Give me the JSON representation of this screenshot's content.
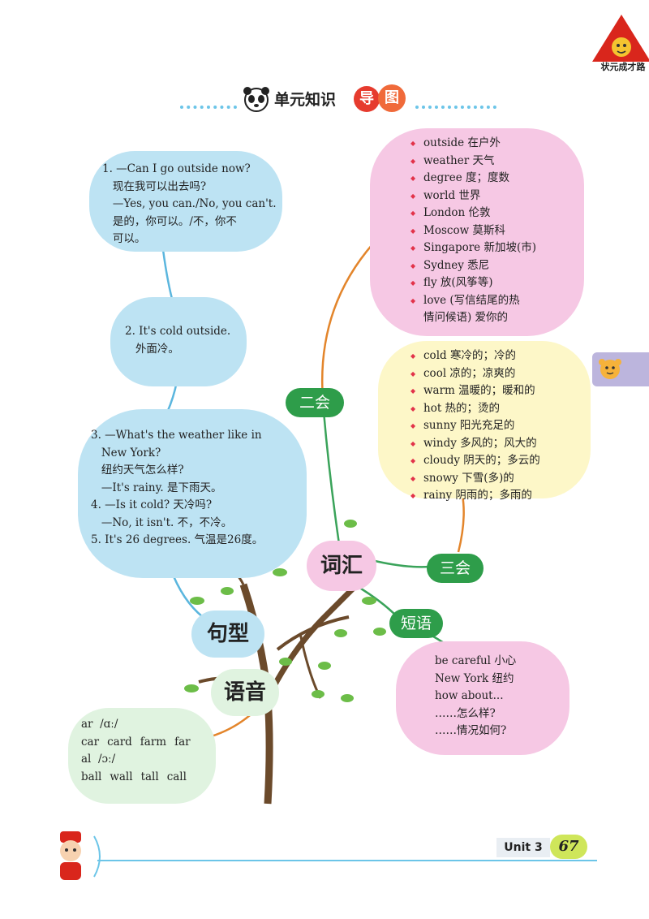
{
  "header": {
    "brand": "状元成才路",
    "title_text": "单元知识",
    "title_c1": "导",
    "title_c2": "图"
  },
  "sentence_patterns": {
    "bubble1": "1. —Can I go outside now?\n   现在我可以出去吗?\n   —Yes, you can./No, you can't.\n   是的，你可以。/不，你不\n   可以。",
    "bubble2": "2. It's cold outside.\n   外面冷。",
    "bubble3": "3. —What's the weather like in\n   New York?\n   纽约天气怎么样?\n   —It's rainy. 是下雨天。\n4. —Is it cold? 天冷吗?\n   —No, it isn't. 不，不冷。\n5. It's 26 degrees. 气温是26度。"
  },
  "vocab_ershi": [
    "outside 在户外",
    "weather 天气",
    "degree 度；度数",
    "world 世界",
    "London 伦敦",
    "Moscow 莫斯科",
    "Singapore 新加坡(市)",
    "Sydney 悉尼",
    "fly 放(风筝等)",
    "love (写信结尾的热\n情问候语) 爱你的"
  ],
  "vocab_sanhui": [
    "cold 寒冷的；冷的",
    "cool 凉的；凉爽的",
    "warm 温暖的；暖和的",
    "hot 热的；烫的",
    "sunny 阳光充足的",
    "windy 多风的；风大的",
    "cloudy 阴天的；多云的",
    "snowy 下雪(多)的",
    "rainy 阴雨的；多雨的"
  ],
  "phrases": "be careful 小心\nNew York 纽约\nhow about...\n……怎么样?\n……情况如何?",
  "phonics": {
    "line1": "ar  /ɑː/",
    "words1": [
      "car",
      "card",
      "farm",
      "far"
    ],
    "line2": "al  /ɔː/",
    "words2": [
      "ball",
      "wall",
      "tall",
      "call"
    ]
  },
  "labels": {
    "ershi": "二会",
    "sanhui": "三会",
    "duanyu": "短语",
    "cihui": "词汇",
    "juxing": "句型",
    "yuyin": "语音"
  },
  "footer": {
    "unit": "Unit 3",
    "page": "67"
  }
}
